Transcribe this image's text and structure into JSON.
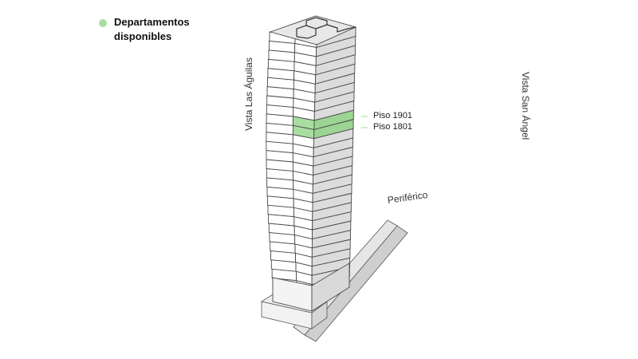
{
  "legend": {
    "label": "Departamentos disponibles",
    "color": "#a8dfa0"
  },
  "views": {
    "left": "Vista Las Águilas",
    "right": "Vista San Ángel"
  },
  "road": {
    "label": "Periférico"
  },
  "highlighted_floors": [
    {
      "label": "Piso 1901"
    },
    {
      "label": "Piso 1801"
    }
  ],
  "colors": {
    "floor_front": "#ffffff",
    "floor_side": "#dcdcdc",
    "top": "#e4e4e4",
    "outline": "#4a4a4a",
    "available": "#a8dfa0",
    "available_side": "#9cd493",
    "podium_top": "#eeeeee",
    "podium_side": "#d6d6d6",
    "road_top": "#e6e6e6",
    "road_side": "#cfcfcf"
  }
}
